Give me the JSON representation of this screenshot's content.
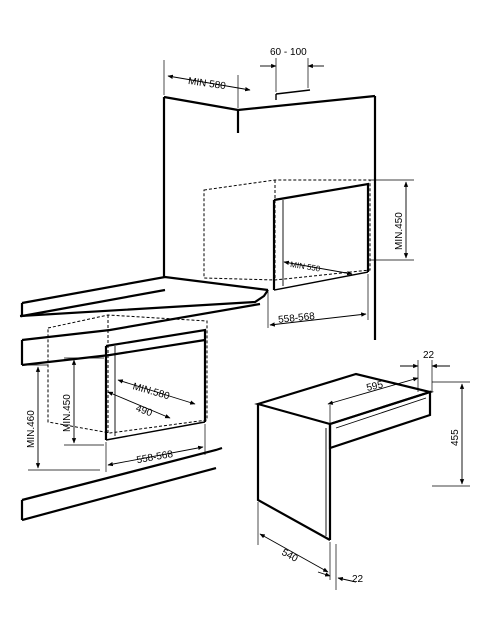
{
  "labels": {
    "upper_gap_range": "60 - 100",
    "upper_min_depth": "MIN 580",
    "upper_niche_height": "MIN.450",
    "upper_niche_depth": "MIN 550",
    "upper_niche_width": "558-568",
    "lower_min_height_outer": "MIN.460",
    "lower_min_height_inner": "MIN.450",
    "lower_min_depth": "MIN.580",
    "lower_depth": "490",
    "lower_width": "558-568",
    "oven_width": "595",
    "oven_panel_thickness": "22",
    "oven_height": "455",
    "oven_depth": "540",
    "oven_front_thickness": "22"
  },
  "colors": {
    "line": "#000000",
    "background": "#ffffff"
  }
}
